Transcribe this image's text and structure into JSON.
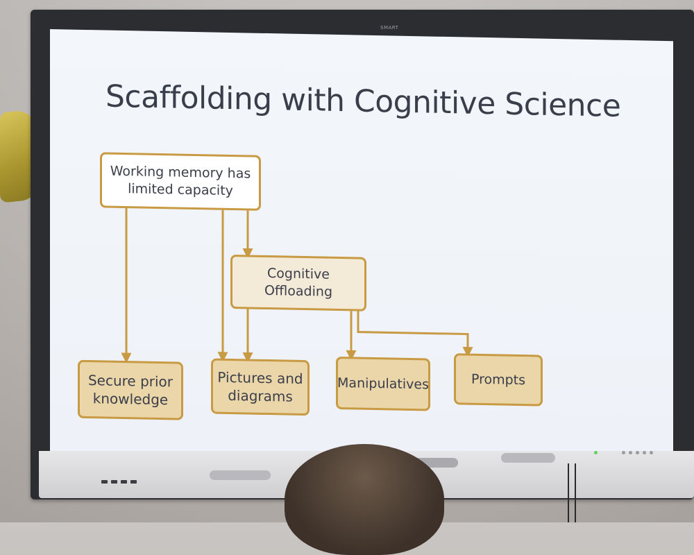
{
  "slide": {
    "title": "Scaffolding with Cognitive Science",
    "boxes": {
      "working_memory": "Working memory has limited capacity",
      "cognitive_offloading": "Cognitive Offloading",
      "secure_prior": "Secure prior knowledge",
      "pictures": "Pictures and diagrams",
      "manipulatives": "Manipulatives",
      "prompts": "Prompts"
    }
  },
  "display": {
    "brand": "SMART"
  },
  "colors": {
    "connector": "#c99a44",
    "box_leaf": "#ead6a9",
    "box_mid": "#f3ead7",
    "title_text": "#3a3e4a"
  }
}
